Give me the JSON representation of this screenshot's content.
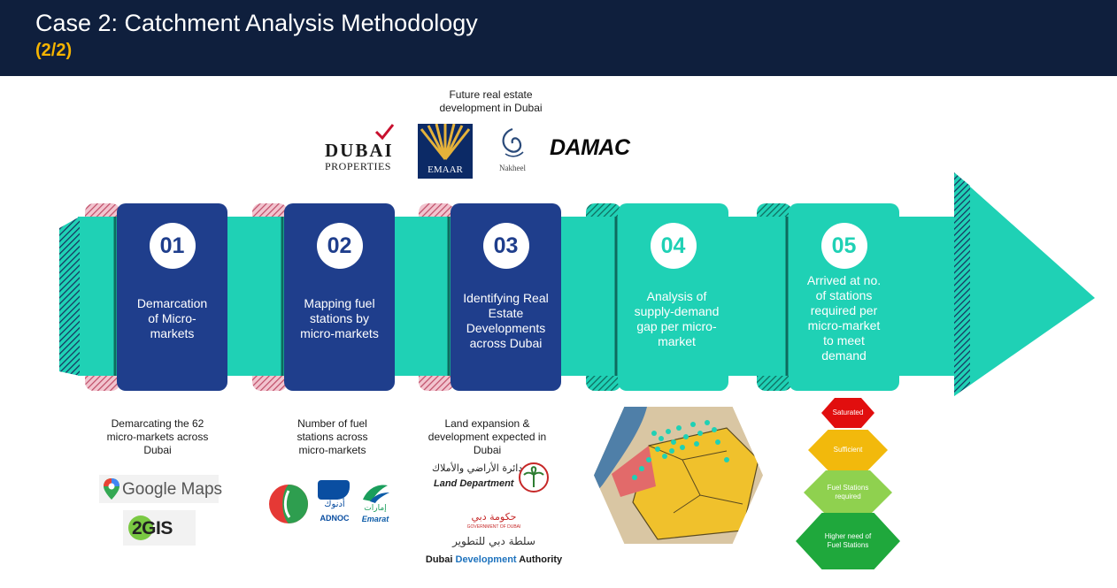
{
  "header": {
    "title": "Case 2: Catchment Analysis Methodology",
    "subtitle": "(2/2)"
  },
  "top_caption": "Future real estate development in Dubai",
  "top_logos": {
    "dubai_properties": [
      "DUBAI",
      "PROPERTIES"
    ],
    "emaar": "EMAAR",
    "nakheel": "Nakheel",
    "damac": "DAMAC"
  },
  "steps": [
    {
      "number": "01",
      "text": "Demarcation of Micro-markets",
      "caption": "Demarcating the 62 micro-markets across Dubai"
    },
    {
      "number": "02",
      "text": "Mapping fuel stations by micro-markets",
      "caption": "Number of fuel stations across micro-markets"
    },
    {
      "number": "03",
      "text": "Identifying Real Estate Developments across Dubai",
      "caption": "Land expansion & development expected in Dubai"
    },
    {
      "number": "04",
      "text": "Analysis of supply-demand gap per micro-market"
    },
    {
      "number": "05",
      "text": "Arrived at no. of stations required per micro-market to meet demand"
    }
  ],
  "source_logos": {
    "google_maps": "Google Maps",
    "two_gis": "2GIS",
    "adnoc": "ADNOC",
    "adnoc_arabic": "أدنوك",
    "emarat": "Emarat",
    "emarat_arabic": "إمارات",
    "land_dept_arabic": "دائرة الأراضي والأملاك",
    "land_dept": "Land Department",
    "dda_arabic_top": "حكومة دبي",
    "dda_small": "GOVERNMENT OF DUBAI",
    "dda_arabic": "سلطة دبي للتطوير",
    "dda_part1": "Dubai ",
    "dda_part2": "Development",
    "dda_part3": " Authority"
  },
  "hex_levels": [
    "Saturated",
    "Sufficient",
    "Fuel Stations required",
    "Higher need of Fuel Stations"
  ],
  "colors": {
    "header": "#0f1f3d",
    "accent": "#f5b400",
    "navy": "#1f3e8c",
    "teal": "#1fd1b5",
    "hatch_red": "#c0506a",
    "hatch_teal": "#0e6b5e"
  }
}
